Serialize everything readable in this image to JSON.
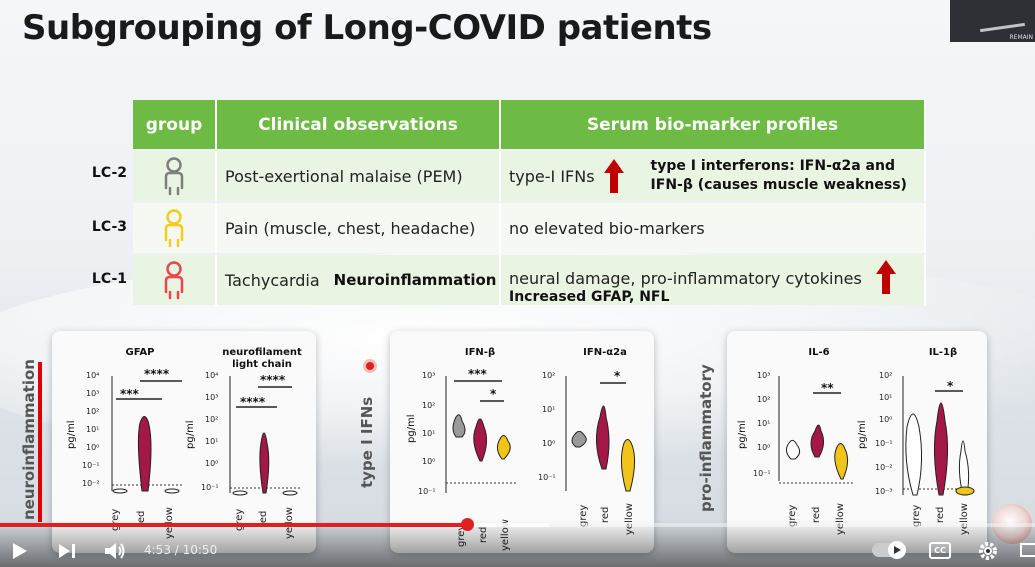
{
  "slide": {
    "title": "Subgrouping of Long-COVID patients",
    "cam_text": "REMAIN"
  },
  "table": {
    "headers": [
      "group",
      "Clinical observations",
      "Serum bio-marker profiles"
    ],
    "rows": [
      {
        "label": "LC-2",
        "person_color": "#7f7f7f",
        "observation": "Post-exertional malaise (PEM)",
        "biomarker": "type-I IFNs",
        "arrow": true,
        "note_line1": "type I interferons: IFN-α2a and",
        "note_line2": "IFN-β (causes muscle weakness)"
      },
      {
        "label": "LC-3",
        "person_color": "#f5cc1a",
        "observation": "Pain (muscle, chest, headache)",
        "biomarker": "no elevated bio-markers",
        "arrow": false
      },
      {
        "label": "LC-1",
        "person_color": "#e8484a",
        "observation": "Tachycardia",
        "observation_extra": "Neuroinflammation",
        "biomarker": "neural damage, pro-inflammatory cytokines",
        "arrow": true,
        "note_line1": "Increased GFAP, NFL"
      }
    ],
    "arrow_color": "#c00000"
  },
  "panels": [
    {
      "side_label": "neuroinflammation",
      "plots": [
        {
          "title": "GFAP",
          "ylabel": "pg/ml",
          "ticks": [
            "10⁴",
            "10³",
            "10²",
            "10¹",
            "10⁰",
            "10⁻¹",
            "10⁻²"
          ],
          "groups": [
            "grey",
            "red",
            "yellow"
          ],
          "sig": [
            "***",
            "****"
          ]
        },
        {
          "title_line1": "neurofilament",
          "title_line2": "light chain",
          "ylabel": "pg/ml",
          "ticks": [
            "10⁴",
            "10³",
            "10²",
            "10¹",
            "10⁰",
            "10⁻¹"
          ],
          "groups": [
            "grey",
            "red",
            "yellow"
          ],
          "sig": [
            "****",
            "****"
          ]
        }
      ]
    },
    {
      "side_label": "type I IFNs",
      "plots": [
        {
          "title": "IFN-β",
          "ylabel": "pg/ml",
          "ticks": [
            "10³",
            "10²",
            "10¹",
            "10⁰",
            "10⁻¹"
          ],
          "groups": [
            "grey",
            "red",
            "yellow"
          ],
          "sig": [
            "***",
            "*"
          ]
        },
        {
          "title": "IFN-α2a",
          "ylabel": "",
          "ticks": [
            "10²",
            "10¹",
            "10⁰",
            "10⁻¹"
          ],
          "groups": [
            "grey",
            "red",
            "yellow"
          ],
          "sig": [
            "*"
          ]
        }
      ]
    },
    {
      "side_label": "pro-inflammatory",
      "plots": [
        {
          "title": "IL-6",
          "ylabel": "pg/ml",
          "ticks": [
            "10³",
            "10²",
            "10¹",
            "10⁰",
            "10⁻¹"
          ],
          "groups": [
            "grey",
            "red",
            "yellow"
          ],
          "sig": [
            "**"
          ]
        },
        {
          "title": "IL-1β",
          "ylabel": "pg/ml",
          "ticks": [
            "10²",
            "10¹",
            "10⁰",
            "10⁻¹",
            "10⁻²",
            "10⁻³"
          ],
          "groups": [
            "grey",
            "red",
            "yellow"
          ],
          "sig": [
            "*"
          ]
        }
      ]
    }
  ],
  "player": {
    "time": "4:53 / 10:50",
    "progress_fraction": 0.451,
    "buffered_fraction": 0.53,
    "colors": {
      "progress": "#e02020"
    }
  }
}
